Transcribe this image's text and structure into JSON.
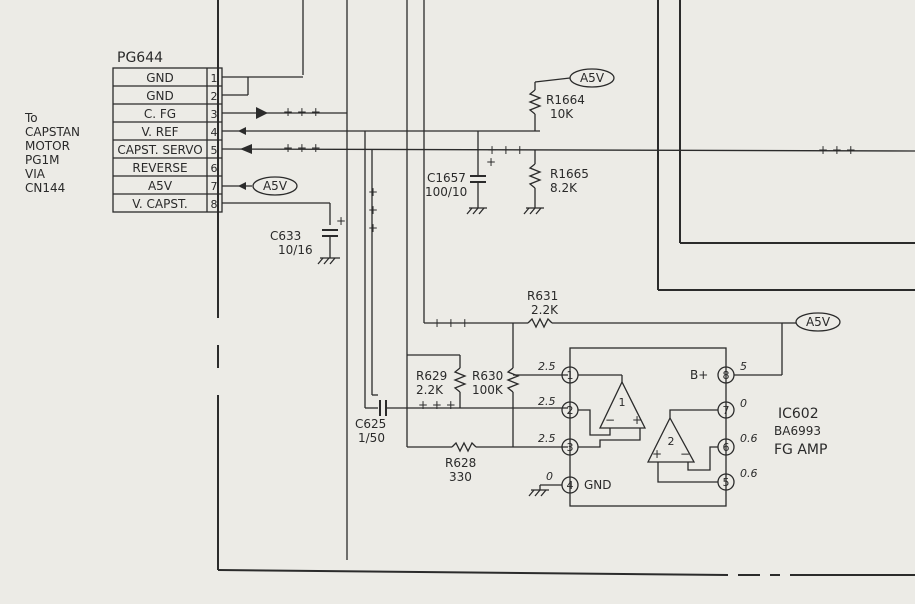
{
  "connector": {
    "id": "PG644",
    "rows": [
      {
        "label": "GND",
        "pin": "1"
      },
      {
        "label": "GND",
        "pin": "2"
      },
      {
        "label": "C. FG",
        "pin": "3"
      },
      {
        "label": "V. REF",
        "pin": "4"
      },
      {
        "label": "CAPST. SERVO",
        "pin": "5"
      },
      {
        "label": "REVERSE",
        "pin": "6"
      },
      {
        "label": "A5V",
        "pin": "7"
      },
      {
        "label": "V. CAPST.",
        "pin": "8"
      }
    ]
  },
  "to_note": [
    "To",
    "CAPSTAN",
    "MOTOR",
    "PG1M",
    "VIA",
    "CN144"
  ],
  "rail_tags": {
    "a5v_connector": "A5V",
    "a5v_r1664": "A5V",
    "a5v_ic": "A5V"
  },
  "plus_marks": "+ + +",
  "plus_single": "+",
  "components": {
    "r1664": {
      "ref": "R1664",
      "value": "10K"
    },
    "r1665": {
      "ref": "R1665",
      "value": "8.2K"
    },
    "c1657": {
      "ref": "C1657",
      "value": "100/10"
    },
    "c633": {
      "ref": "C633",
      "value": "10/16"
    },
    "r631": {
      "ref": "R631",
      "value": "2.2K"
    },
    "r629": {
      "ref": "R629",
      "value": "2.2K"
    },
    "r630": {
      "ref": "R630",
      "value": "100K"
    },
    "c625": {
      "ref": "C625",
      "value": "1/50"
    },
    "r628": {
      "ref": "R628",
      "value": "330"
    }
  },
  "ic": {
    "ref": "IC602",
    "part": "BA6993",
    "function": "FG AMP",
    "pins": [
      {
        "num": "1",
        "voltage": "2.5"
      },
      {
        "num": "2",
        "voltage": "2.5"
      },
      {
        "num": "3",
        "voltage": "2.5"
      },
      {
        "num": "4",
        "voltage": "0",
        "name": "GND"
      },
      {
        "num": "5",
        "voltage": "0.6"
      },
      {
        "num": "6",
        "voltage": "0.6"
      },
      {
        "num": "7",
        "voltage": "0"
      },
      {
        "num": "8",
        "voltage": "5",
        "name": "B+"
      }
    ],
    "opamp1": "1",
    "opamp2": "2"
  }
}
